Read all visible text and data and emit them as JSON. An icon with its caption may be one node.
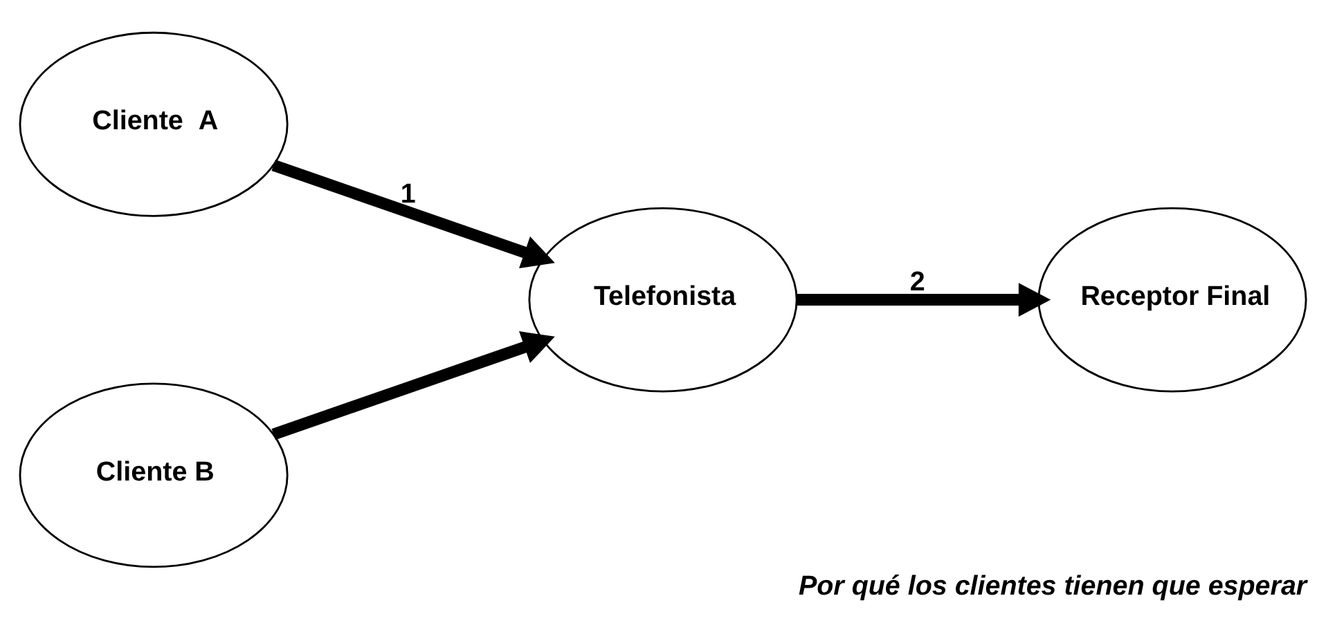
{
  "diagram": {
    "caption": "Por qué los clientes tienen que esperar",
    "nodes": [
      {
        "text": [
          "Cliente  A"
        ]
      },
      {
        "text": [
          "Telefonista"
        ]
      },
      {
        "text": [
          "Receptor Final"
        ]
      },
      {
        "text": [
          "Cliente B"
        ]
      }
    ],
    "edges": [
      {
        "from": 0,
        "to": 1,
        "arrow": "to",
        "label": "1"
      },
      {
        "from": 1,
        "to": 2,
        "arrow": "to",
        "label": "2"
      },
      {
        "from": 3,
        "to": 1,
        "arrow": "to"
      }
    ]
  }
}
